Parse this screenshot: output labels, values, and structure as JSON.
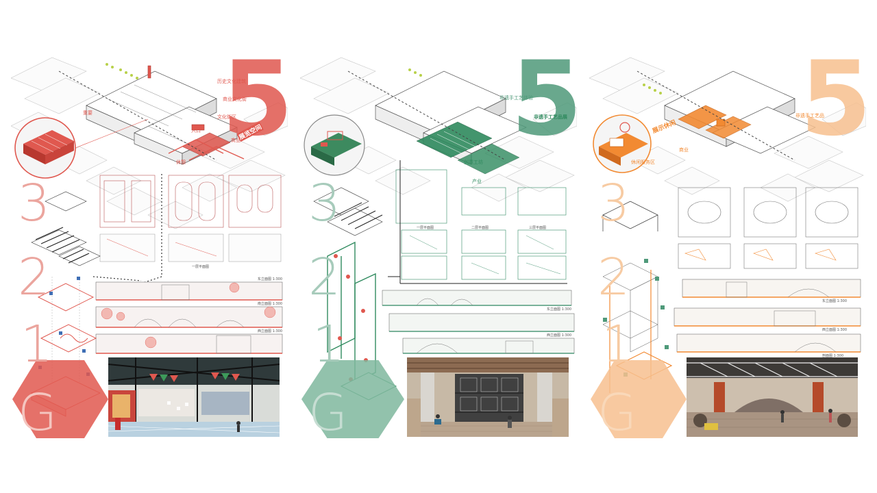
{
  "boards": [
    {
      "id": "red",
      "accent": "#e0584f",
      "accent_light": "#f2a49c",
      "top_digit": "5",
      "digits": [
        "3",
        "2",
        "1",
        "G"
      ],
      "headline_label": "展览空间",
      "labels": [
        "重要",
        "历史文化建筑",
        "商业文化街",
        "文化街区",
        "入口",
        "商业",
        "休憩"
      ],
      "scale_labels": [
        "东立面图 1:300",
        "一层平面图",
        "南立面图 1:300",
        "西立面图 1:300"
      ],
      "icons": [
        "pin-icon",
        "pin-icon",
        "pin-icon"
      ]
    },
    {
      "id": "green",
      "accent": "#4f9a7a",
      "accent_light": "#8fc2ab",
      "top_digit": "5",
      "digits": [
        "3",
        "2",
        "1",
        "G"
      ],
      "headline_label": "非遗手工艺体验",
      "labels": [
        "非遗手工艺品展",
        "创意工坊",
        "产业"
      ],
      "scale_labels": [
        "一层平面图",
        "二层平面图",
        "三层平面图",
        "东立面图 1:300",
        "西立面图 1:300"
      ],
      "icons": [
        "pin-icon",
        "pin-icon",
        "pin-icon"
      ]
    },
    {
      "id": "orange",
      "accent": "#f28a32",
      "accent_light": "#f7c08f",
      "top_digit": "5",
      "digits": [
        "3",
        "2",
        "1",
        "G"
      ],
      "headline_label": "展示休闲",
      "labels": [
        "非遗手工艺品",
        "商业",
        "休闲服务区"
      ],
      "scale_labels": [
        "东立面图 1:300",
        "西立面图 1:300",
        "剖面图 1:300"
      ],
      "icons": [
        "pin-icon",
        "pin-icon",
        "pin-icon"
      ]
    }
  ]
}
